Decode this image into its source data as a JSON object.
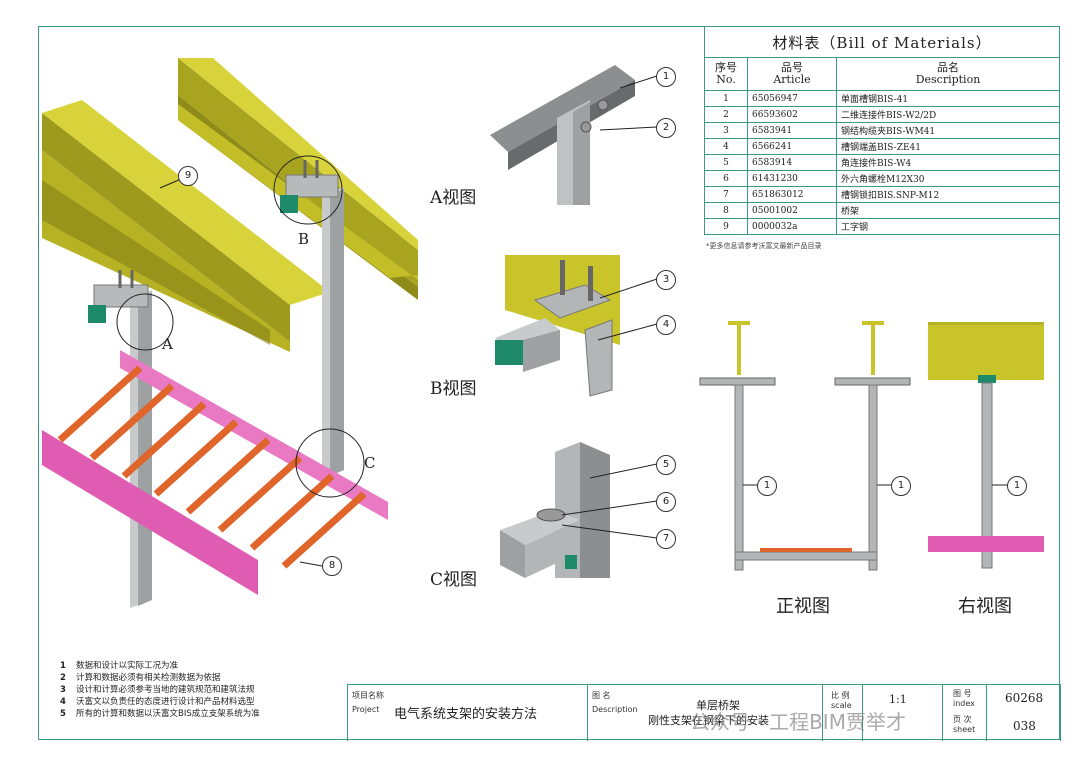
{
  "bom": {
    "title": "材料表（Bill of Materials）",
    "headers": {
      "no_cn": "序号",
      "no_en": "No.",
      "article_cn": "品号",
      "article_en": "Article",
      "desc_cn": "品名",
      "desc_en": "Description"
    },
    "rows": [
      {
        "no": "1",
        "article": "65056947",
        "desc": "单面槽钢BIS-41"
      },
      {
        "no": "2",
        "article": "66593602",
        "desc": "二维连接件BIS-W2/2D"
      },
      {
        "no": "3",
        "article": "6583941",
        "desc": "钢结构缆夹BIS-WM41"
      },
      {
        "no": "4",
        "article": "6566241",
        "desc": "槽钢端盖BIS-ZE41"
      },
      {
        "no": "5",
        "article": "6583914",
        "desc": "角连接件BIS-W4"
      },
      {
        "no": "6",
        "article": "61431230",
        "desc": "外六角螺栓M12X30"
      },
      {
        "no": "7",
        "article": "651863012",
        "desc": "槽钢锁扣BIS.SNP-M12"
      },
      {
        "no": "8",
        "article": "05001002",
        "desc": "桥架"
      },
      {
        "no": "9",
        "article": "0000032a",
        "desc": "工字钢"
      }
    ],
    "note": "*更多信息请参考沃富文最新产品目录"
  },
  "views": {
    "a": "A视图",
    "b": "B视图",
    "c": "C视图",
    "front": "正视图",
    "right": "右视图"
  },
  "details": {
    "a": "A",
    "b": "B",
    "c": "C"
  },
  "callouts": [
    "1",
    "2",
    "3",
    "4",
    "5",
    "6",
    "7",
    "8",
    "9"
  ],
  "notes": [
    {
      "n": "1",
      "text": "数据和设计以实际工况为准"
    },
    {
      "n": "2",
      "text": "计算和数据必须有相关检测数据为依据"
    },
    {
      "n": "3",
      "text": "设计和计算必须参考当地的建筑规范和建筑法规"
    },
    {
      "n": "4",
      "text": "沃富文以负责任的态度进行设计和产品材料选型"
    },
    {
      "n": "5",
      "text": "所有的计算和数据以沃富文BIS成立支架系统为准"
    }
  ],
  "title_block": {
    "project_cn": "项目名称",
    "project_en": "Project",
    "project_value": "电气系统支架的安装方法",
    "desc_cn": "图 名",
    "desc_en": "Description",
    "desc_line1": "单层桥架",
    "desc_line2": "刚性支架在钢梁下的安装",
    "scale_cn": "比 例",
    "scale_en": "scale",
    "scale_value": "1:1",
    "index_cn": "图 号",
    "index_en": "index",
    "index_value": "60268",
    "sheet_cn": "页 次",
    "sheet_en": "sheet",
    "sheet_value": "038"
  },
  "watermark": "公众号 · 工程BIM贾举才",
  "colors": {
    "beam": "#c9c42a",
    "tray": "#e05cb3",
    "rung": "#e0652a",
    "steel": "#b3b6b6",
    "border": "#3b9a86",
    "cap": "#1e8a6a"
  }
}
